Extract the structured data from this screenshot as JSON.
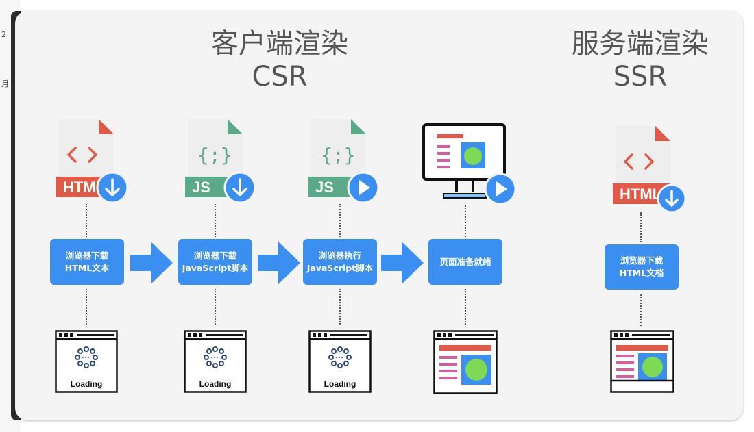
{
  "csr": {
    "title_cn": "客户端渲染",
    "title_en": "CSR"
  },
  "ssr": {
    "title_cn": "服务端渲染",
    "title_en": "SSR"
  },
  "steps": {
    "csr1": {
      "line1": "浏览器下载",
      "line2": "HTML文本"
    },
    "csr2": {
      "line1": "浏览器下载",
      "line2": "JavaScript脚本"
    },
    "csr3": {
      "line1": "浏览器执行",
      "line2": "JavaScript脚本"
    },
    "csr4": {
      "line1": "页面准备就绪"
    },
    "ssr1": {
      "line1": "浏览器下载",
      "line2": "HTML文档"
    }
  },
  "file_labels": {
    "html": "HTML",
    "js": "JS"
  },
  "loading_text": "Loading",
  "side_fragments": [
    "2",
    "月"
  ],
  "colors": {
    "step_blue": "#3b8ff0",
    "arrow_blue": "#3b8ff0",
    "html_red": "#e05a47",
    "js_green": "#5aaa8a",
    "title_gray": "#555555"
  }
}
